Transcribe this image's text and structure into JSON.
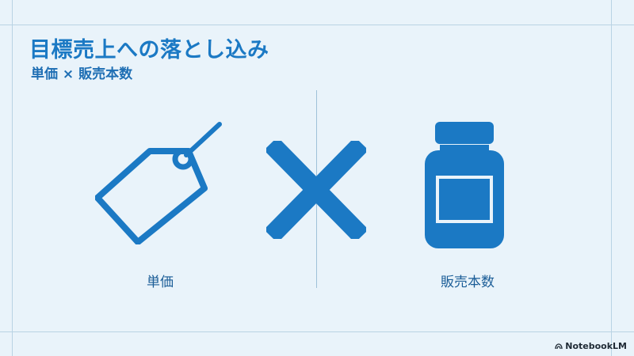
{
  "slide": {
    "title": "目標売上への落とし込み",
    "subtitle": "単価 × 販売本数",
    "captions": {
      "left": "単価",
      "right": "販売本数"
    },
    "icons": {
      "left": "price-tag-icon",
      "middle": "multiply-icon",
      "right": "bottle-icon"
    },
    "colors": {
      "background": "#e9f3fa",
      "accent": "#1b79c4",
      "caption": "#1b5d97",
      "frame": "#b9d3e4"
    }
  },
  "brand": {
    "label": "NotebookLM"
  }
}
